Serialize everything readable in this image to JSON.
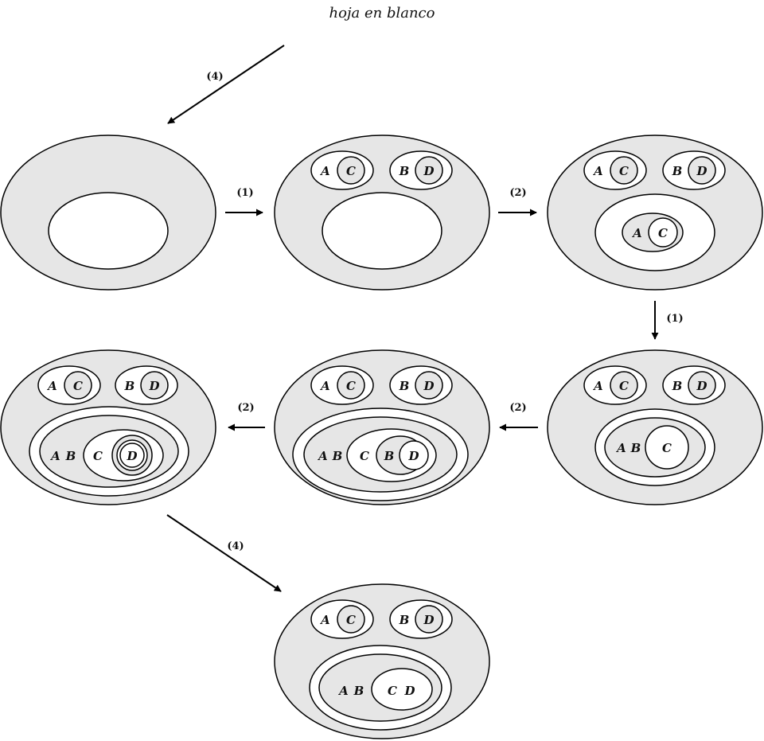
{
  "title": "hoja en blanco",
  "steps": {
    "s1": "(4)",
    "s2": "(1)",
    "s3": "(2)",
    "s4": "(1)",
    "s5": "(2)",
    "s6": "(2)",
    "s7": "(4)"
  },
  "letters": {
    "A": "A",
    "B": "B",
    "C": "C",
    "D": "D"
  },
  "colors": {
    "shade": "#e6e6e6",
    "blank": "#ffffff",
    "line": "#000000"
  }
}
